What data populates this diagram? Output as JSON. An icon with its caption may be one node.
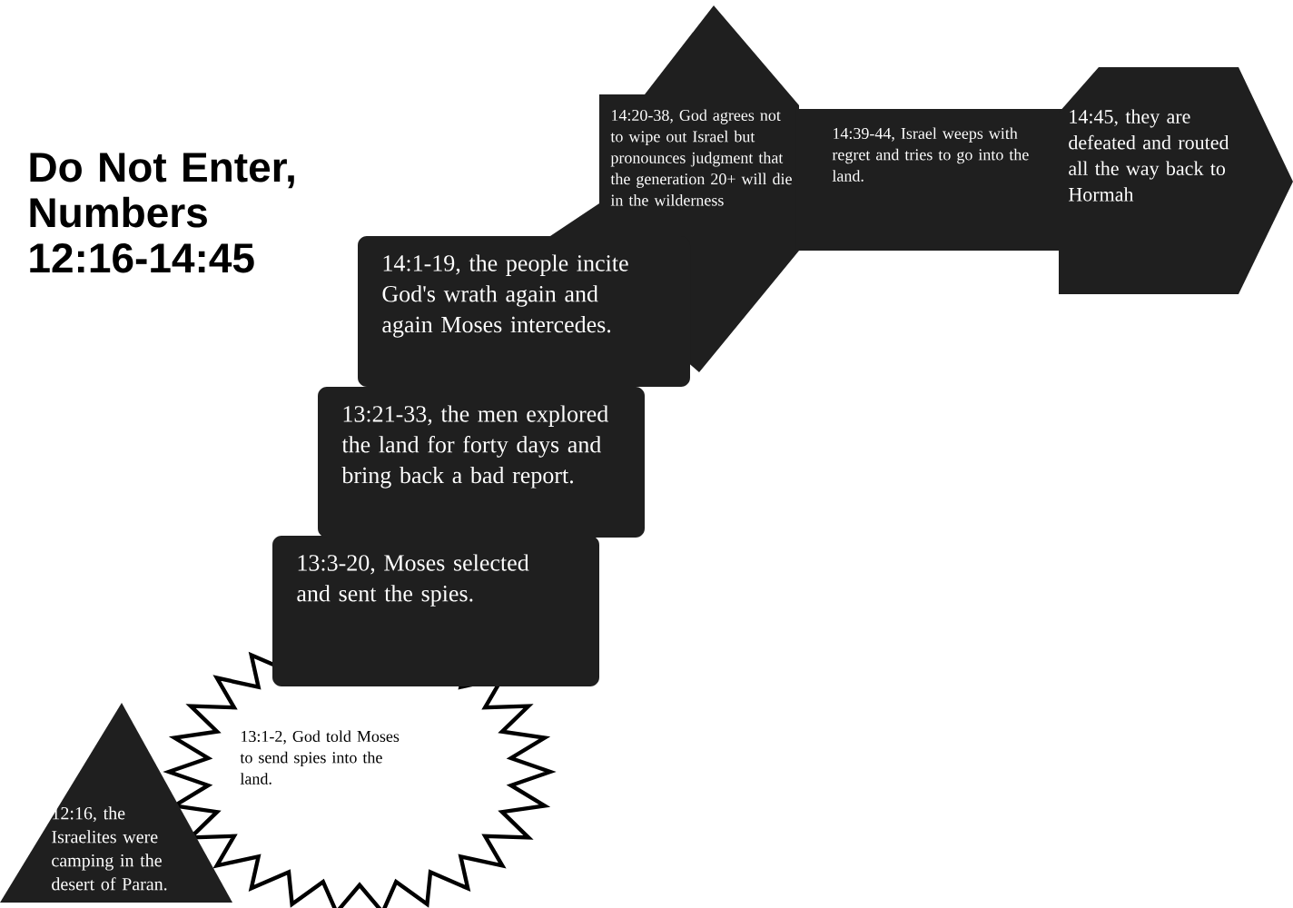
{
  "diagram": {
    "title": "Do Not Enter, Numbers 12:16-14:45",
    "nodes": [
      {
        "text": [
          "12:16, the Israelites were camping in the desert of Paran."
        ]
      },
      {
        "text": [
          "13:1-2, God told Moses to send spies into the land."
        ]
      },
      {
        "text": [
          "13:3-20, Moses selected and sent the spies."
        ]
      },
      {
        "text": [
          "13:21-33, the men explored the land for forty days and bring back a bad report."
        ]
      },
      {
        "text": [
          "14:1-19, the people incite God's wrath again and again Moses intercedes."
        ]
      },
      {
        "text": [
          "14:20-38, God agrees not to wipe out Israel but pronounces judgment that the generation 20+ will die in the wilderness"
        ]
      },
      {
        "text": [
          "14:39-44, Israel weeps with regret and tries to go into the land."
        ]
      },
      {
        "text": [
          "14:45, they are defeated and routed all the way back to Hormah"
        ]
      }
    ]
  }
}
